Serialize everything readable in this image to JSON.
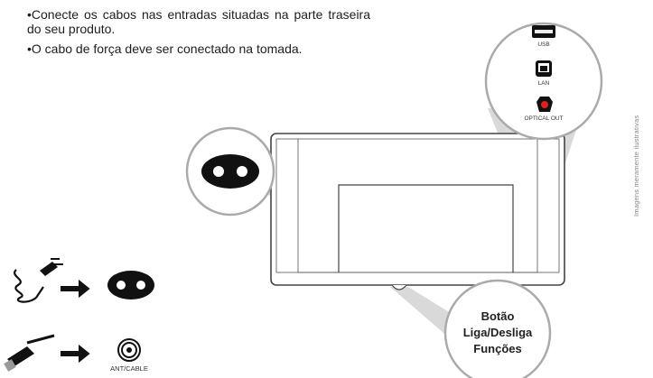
{
  "instructions": [
    "•Conecte os cabos nas entradas situadas na parte traseira do seu produto.",
    "•O cabo de força deve ser conectado na tomada."
  ],
  "side_note": "Imagens meramente ilustrativas",
  "ports": {
    "usb": "USB",
    "lan": "LAN",
    "optical": "OPTICAL OUT",
    "antenna": "ANT/CABLE"
  },
  "power_button": {
    "line1": "Botão",
    "line2": "Liga/Desliga",
    "line3": "Funções"
  }
}
